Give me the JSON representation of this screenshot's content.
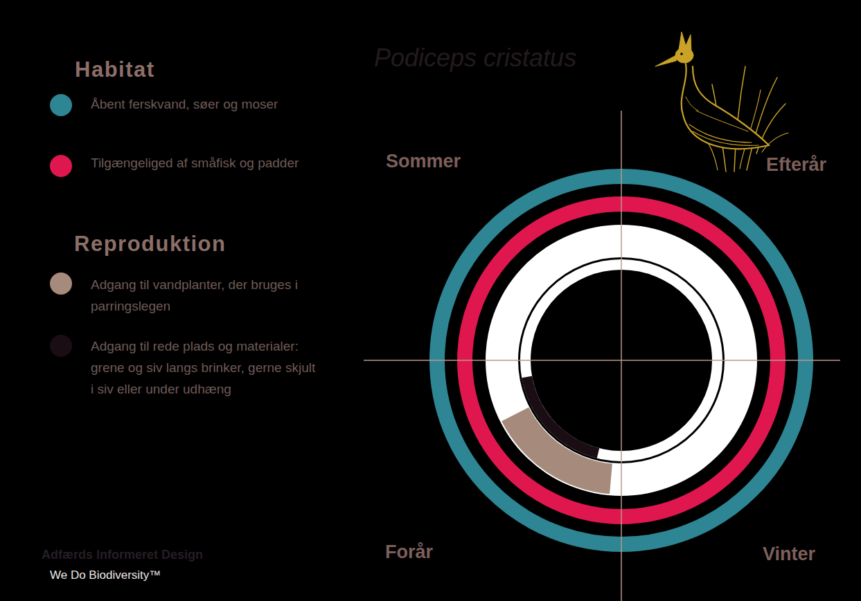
{
  "diagram": {
    "title": "Podiceps cristatus",
    "labels": [
      "Habitat",
      "Reproduktion",
      "Sommer",
      "Efterår",
      "Forår",
      "Vinter",
      "Adfærds Informeret Design",
      "We Do Biodiversity™"
    ],
    "legend": [
      {
        "text": "Åbent ferskvand, søer og moser",
        "color": "#2e8593"
      },
      {
        "text": "Tilgængeliged af småfisk og padder",
        "color": "#e0174f"
      },
      {
        "text": "Adgang til vandplanter, der bruges i parringslegen",
        "color": "#a68b7c"
      },
      {
        "text": "Adgang til rede plads og materialer: grene og siv langs brinker, gerne skjult i siv eller under udhæng",
        "color": "#1a0d14"
      }
    ]
  }
}
